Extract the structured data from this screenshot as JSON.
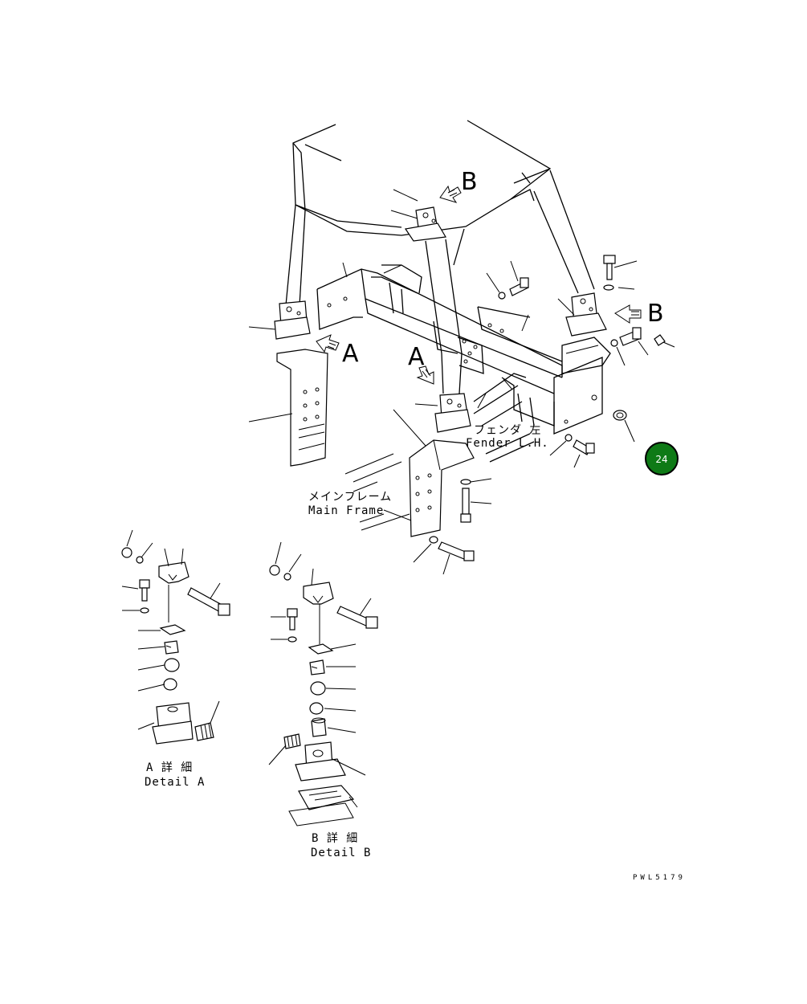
{
  "callouts": {
    "view_b_top": "B",
    "view_b_right": "B",
    "view_a_left": "A",
    "view_a_center": "A"
  },
  "labels": {
    "fender_jp": "フェンダ 左",
    "fender_en": "Fender L.H.",
    "main_frame_jp": "メインフレーム",
    "main_frame_en": "Main Frame",
    "detail_a_jp": "A 詳 細",
    "detail_a_en": "Detail A",
    "detail_b_jp": "B 詳 細",
    "detail_b_en": "Detail B"
  },
  "drawing_code": "PWL5179",
  "page_badge": {
    "number": "24",
    "color": "#0e7a16",
    "text_color": "#ffffff"
  }
}
